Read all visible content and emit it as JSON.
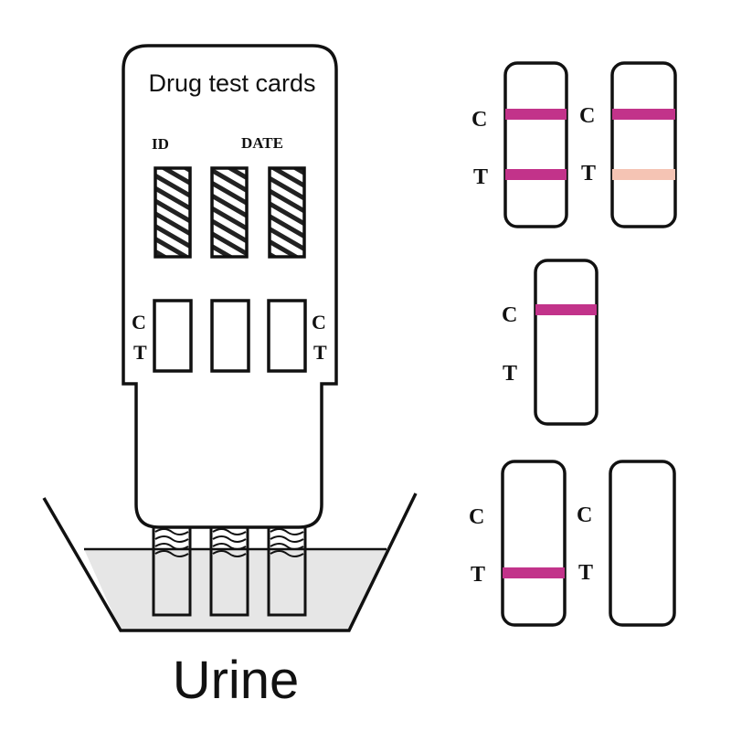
{
  "card": {
    "title": "Drug test cards",
    "id_label": "ID",
    "date_label": "DATE",
    "control_label": "C",
    "test_label": "T"
  },
  "liquid": {
    "label": "Urine",
    "fill_color": "#e6e6e6"
  },
  "colors": {
    "outline": "#111111",
    "line_strong": "#c2338a",
    "line_faint": "#f5c4b4"
  },
  "results": [
    {
      "control_label": "C",
      "test_label": "T",
      "control_line": "strong",
      "test_line": "strong"
    },
    {
      "control_label": "C",
      "test_label": "T",
      "control_line": "strong",
      "test_line": "faint"
    },
    {
      "control_label": "C",
      "test_label": "T",
      "control_line": "strong",
      "test_line": "none"
    },
    {
      "control_label": "C",
      "test_label": "T",
      "control_line": "none",
      "test_line": "strong"
    },
    {
      "control_label": "C",
      "test_label": "T",
      "control_line": "none",
      "test_line": "none"
    }
  ]
}
